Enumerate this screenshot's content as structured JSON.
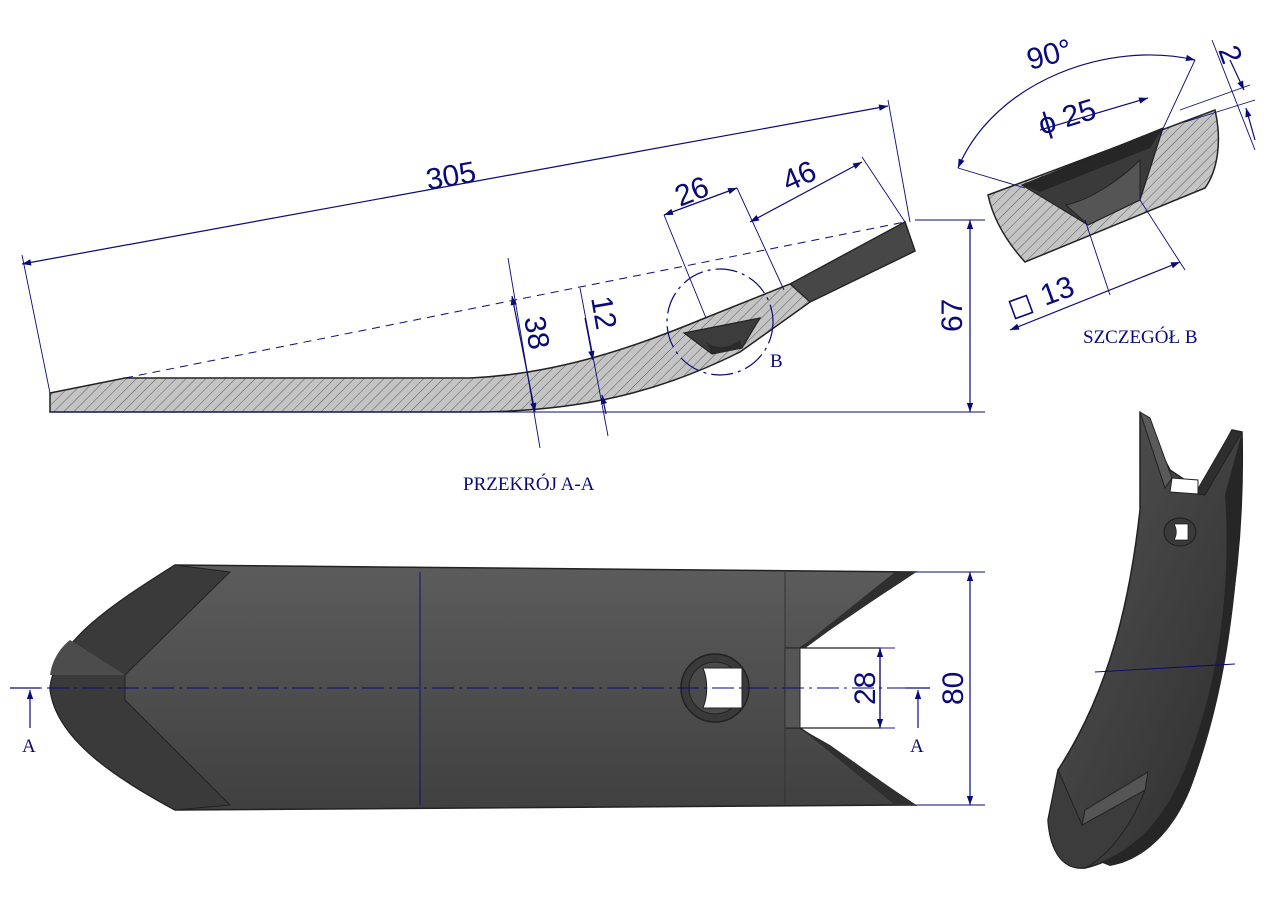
{
  "dimensions": {
    "length_305": "305",
    "hole_offset_26": "26",
    "hole_offset_46": "46",
    "depth_38": "38",
    "thickness_12": "12",
    "height_67": "67",
    "slot_width_28": "28",
    "width_80": "80",
    "angle_90": "90°",
    "chamfer_2": "2",
    "diameter_25": "ϕ 25",
    "square_13": "13"
  },
  "labels": {
    "detail_marker": "B",
    "section_marker_left": "A",
    "section_marker_right": "A",
    "section_caption": "PRZEKRÓJ A-A",
    "detail_caption": "SZCZEGÓŁ B"
  },
  "colors": {
    "dimension": "#0a0a78",
    "steel_dark": "#3a3a3a",
    "steel_mid": "#555555",
    "hatch_fill": "#bfbfbf"
  }
}
